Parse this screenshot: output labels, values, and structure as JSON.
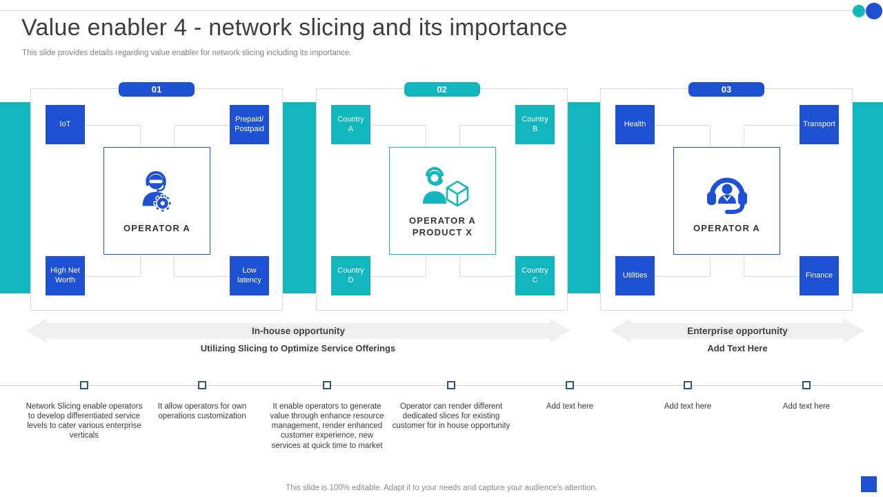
{
  "slide": {
    "title": "Value enabler 4 - network slicing and its importance",
    "subtitle": "This slide provides details regarding value enabler for network slicing including its importance.",
    "footer": "This slide is 100% editable. Adapt it to your needs and capture your audience's attention."
  },
  "colors": {
    "accent_blue": "#1d50d3",
    "accent_teal": "#12b7bd",
    "panel_border": "#d9d9d9",
    "arrow_fill": "#efefef",
    "text_dark": "#3b3b3b",
    "text_gray": "#8b8b8b",
    "marker_border": "#31556e"
  },
  "decor": {
    "dots": [
      {
        "name": "teal-dot",
        "color": "#12b7bd"
      },
      {
        "name": "blue-dot",
        "color": "#1d50d3"
      }
    ],
    "corner_square_color": "#1d50d3"
  },
  "groups": [
    {
      "badge": "01",
      "accent": "blue",
      "icon": "support-agent-gear-icon",
      "center_label": "OPERATOR A",
      "boxes": {
        "top_left": "IoT",
        "top_right": "Prepaid/\nPostpaid",
        "bottom_left": "High Net\nWorth",
        "bottom_right": "Low\nlatency"
      }
    },
    {
      "badge": "02",
      "accent": "teal",
      "icon": "support-agent-product-icon",
      "center_label": "OPERATOR A\nPRODUCT X",
      "boxes": {
        "top_left": "Country\nA",
        "top_right": "Country\nB",
        "bottom_left": "Country\nD",
        "bottom_right": "Country\nC"
      }
    },
    {
      "badge": "03",
      "accent": "blue",
      "icon": "headset-user-icon",
      "center_label": "OPERATOR A",
      "boxes": {
        "top_left": "Health",
        "top_right": "Transport",
        "bottom_left": "Utilities",
        "bottom_right": "Finance"
      }
    }
  ],
  "arrows": [
    {
      "label": "In-house opportunity",
      "sublabel": "Utilizing Slicing to Optimize Service Offerings"
    },
    {
      "label": "Enterprise opportunity",
      "sublabel": "Add Text Here"
    }
  ],
  "timeline": {
    "items": [
      {
        "text": "Network Slicing enable operators to develop differentiated service levels to cater various enterprise verticals"
      },
      {
        "text": "It allow operators for own operations customization"
      },
      {
        "text": "It enable operators to generate value through enhance resource management, render enhanced customer experience, new services at quick time to market"
      },
      {
        "text": "Operator can render different dedicated slices for existing customer for in house opportunity"
      },
      {
        "text": "Add text here"
      },
      {
        "text": "Add text here"
      },
      {
        "text": "Add text here"
      }
    ]
  }
}
